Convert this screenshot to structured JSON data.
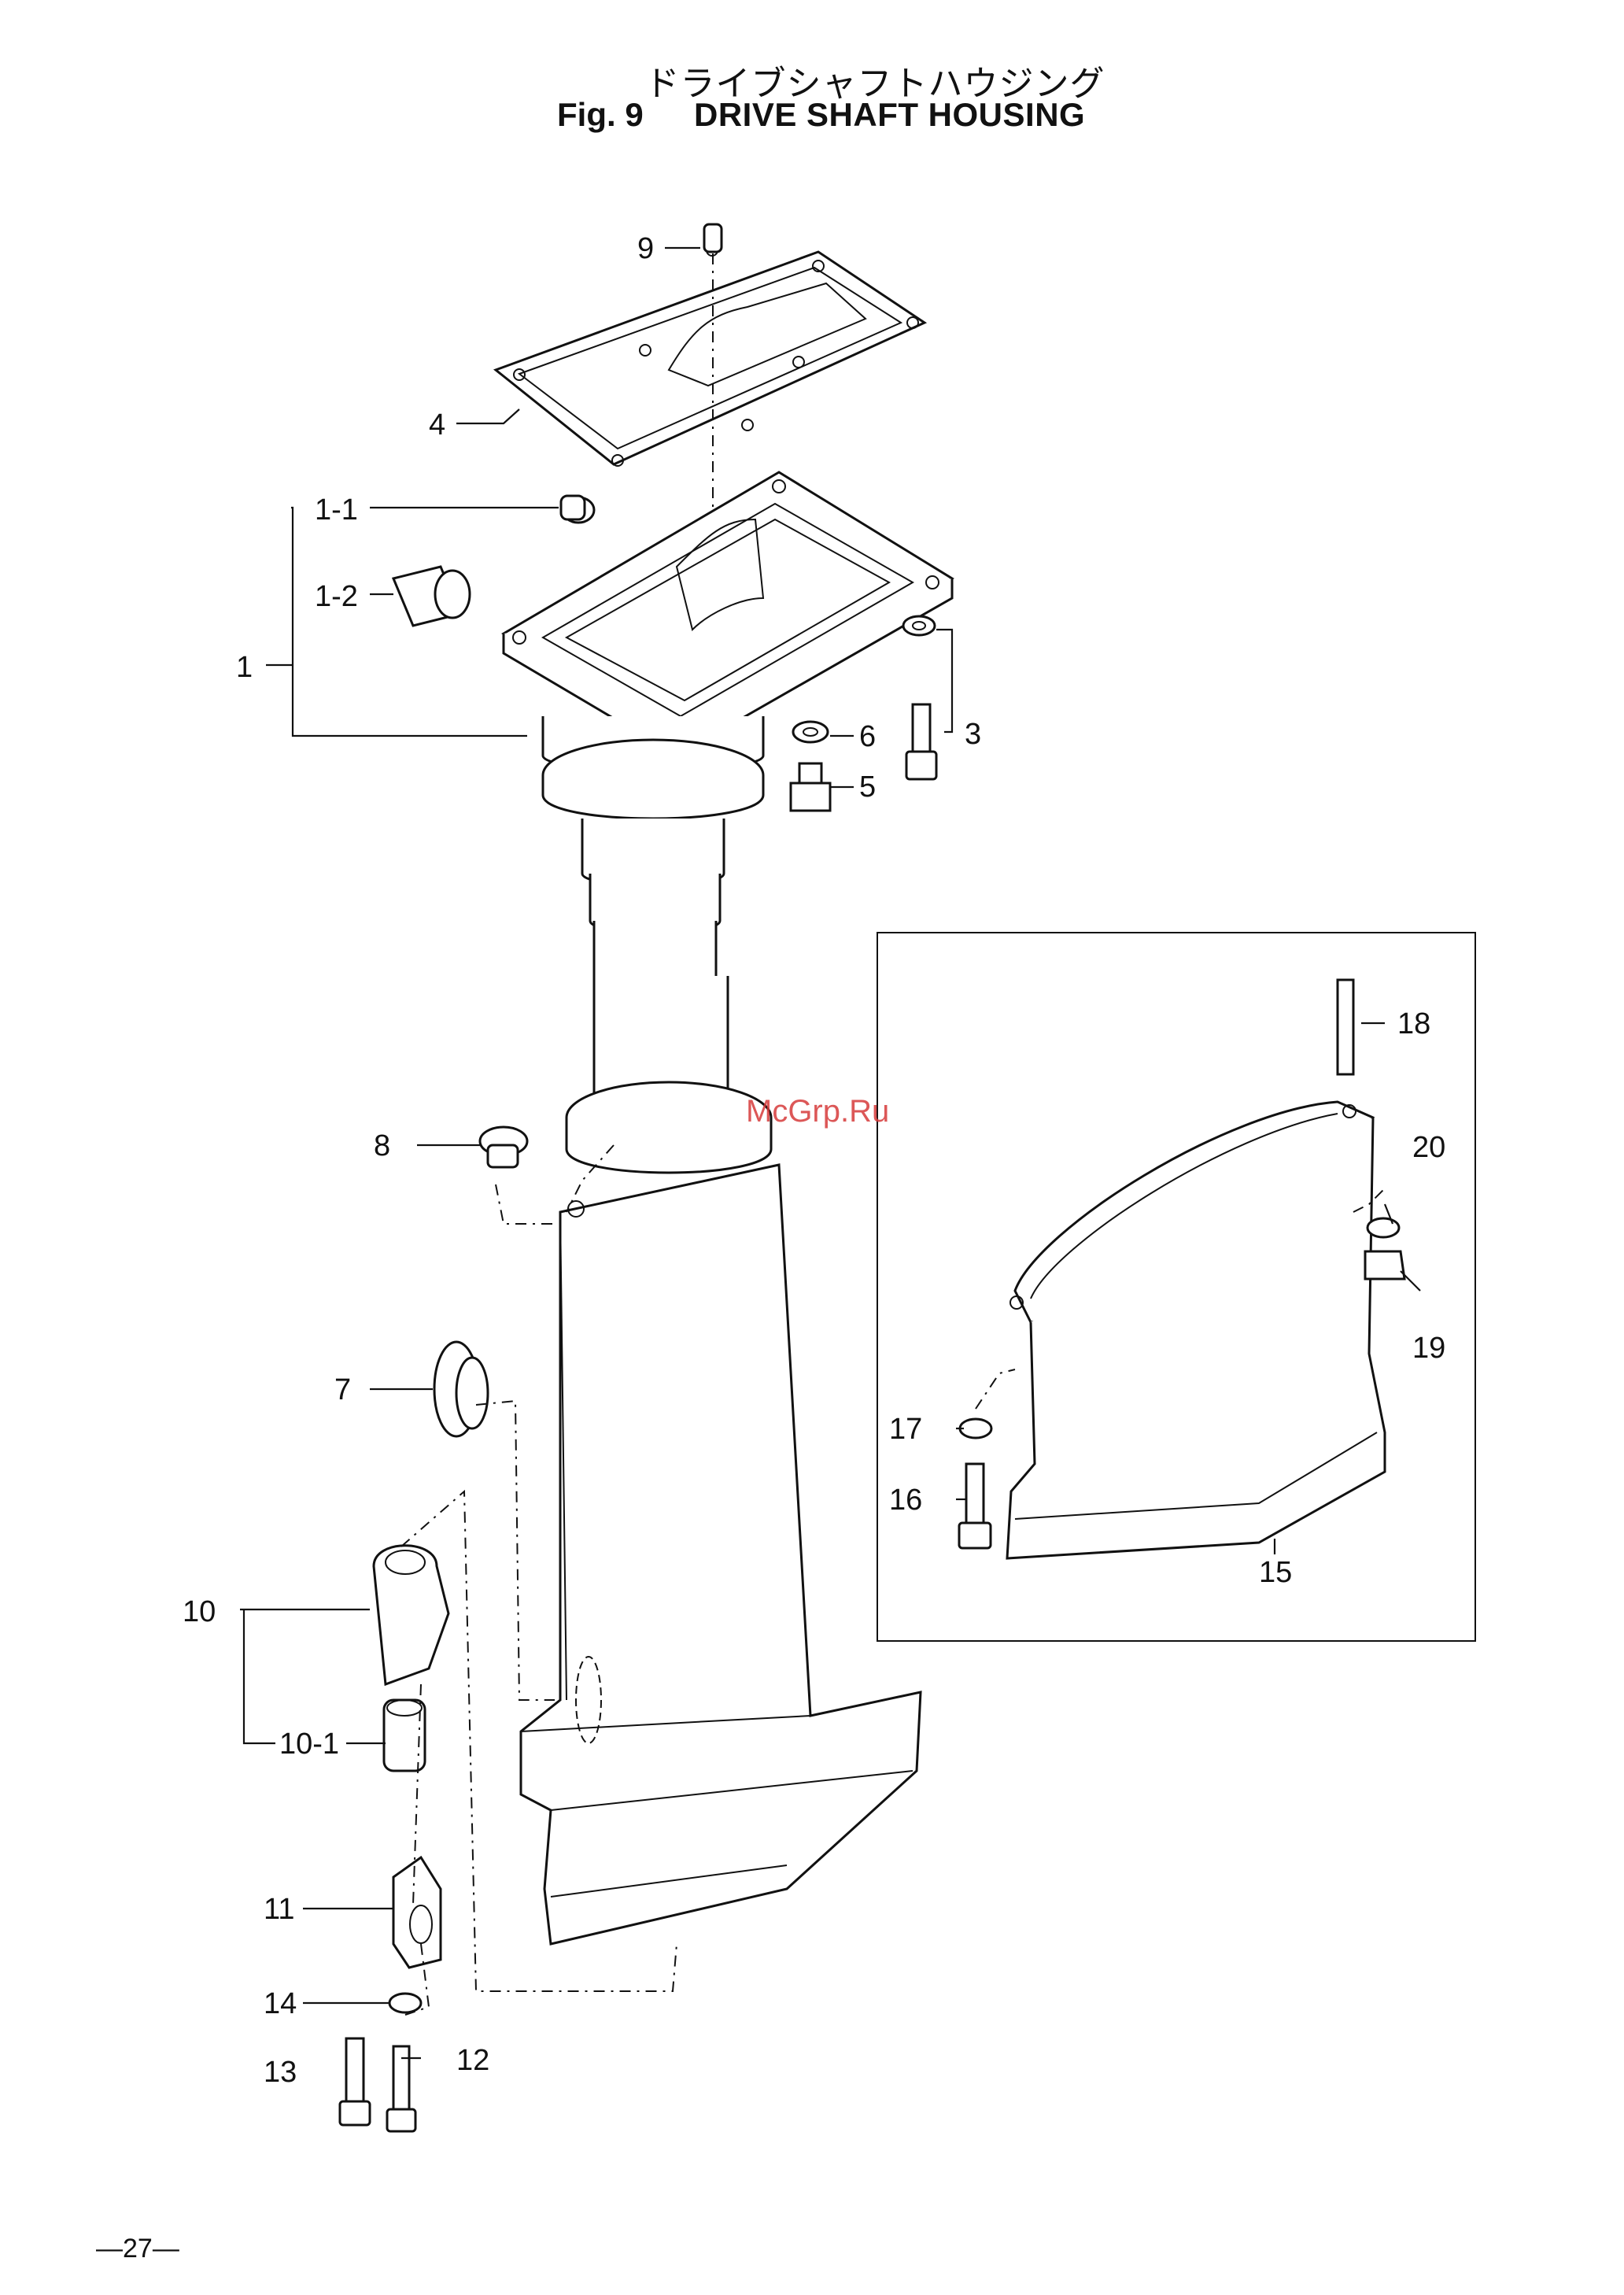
{
  "header": {
    "title_jp": "ドライブシャフトハウジング",
    "fig_label": "Fig. 9",
    "title_en": "DRIVE SHAFT HOUSING"
  },
  "watermark": "McGrp.Ru",
  "page_number": "—27—",
  "callouts": {
    "c1": "1",
    "c1_1": "1-1",
    "c1_2": "1-2",
    "c3": "3",
    "c4": "4",
    "c5": "5",
    "c6": "6",
    "c7": "7",
    "c8": "8",
    "c9": "9",
    "c10": "10",
    "c10_1": "10-1",
    "c11": "11",
    "c12": "12",
    "c13": "13",
    "c14": "14",
    "c15": "15",
    "c16": "16",
    "c17": "17",
    "c18": "18",
    "c19": "19",
    "c20": "20"
  }
}
